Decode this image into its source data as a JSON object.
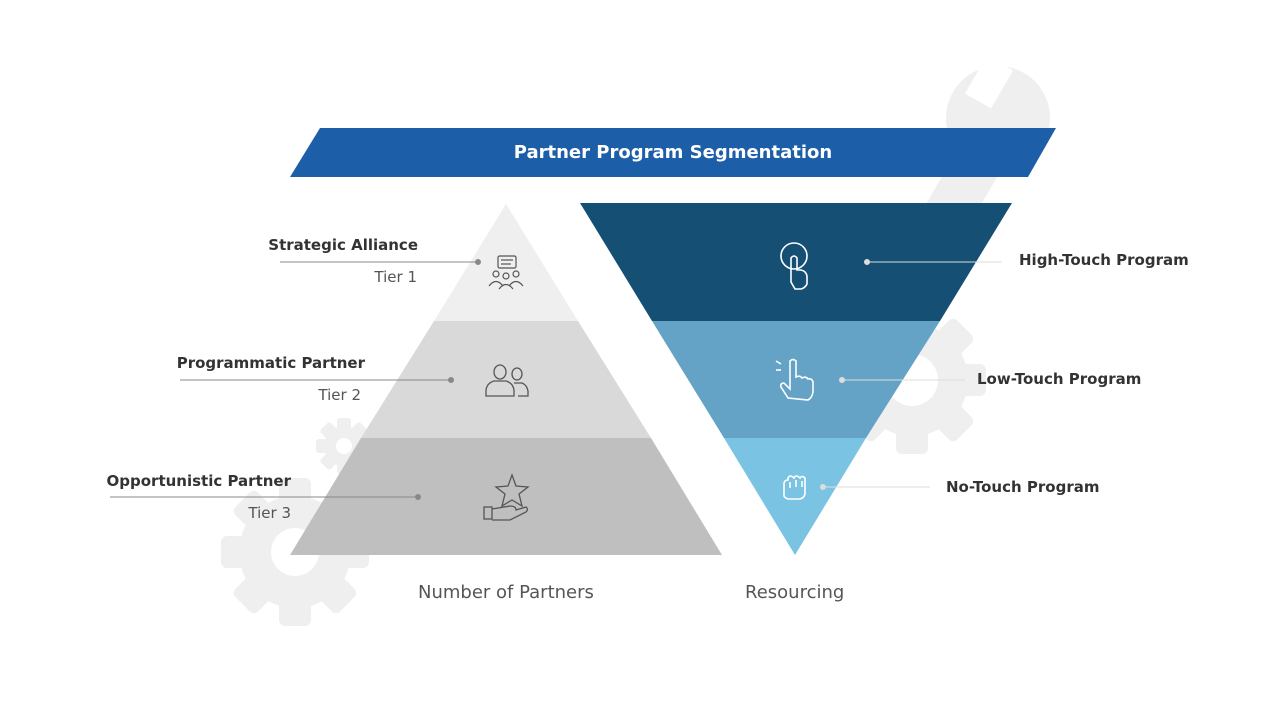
{
  "title": "Partner Program Segmentation",
  "pyramid": {
    "caption": "Number of Partners",
    "tiers": [
      {
        "name": "Strategic Alliance",
        "tier": "Tier 1",
        "icon": "team-chat-icon",
        "color": "#efefef"
      },
      {
        "name": "Programmatic Partner",
        "tier": "Tier 2",
        "icon": "two-people-icon",
        "color": "#d9d9d9"
      },
      {
        "name": "Opportunistic Partner",
        "tier": "Tier 3",
        "icon": "hand-star-icon",
        "color": "#bfbfbf"
      }
    ]
  },
  "funnel": {
    "caption": "Resourcing",
    "levels": [
      {
        "name": "High-Touch Program",
        "icon": "touch-finger-icon",
        "color": "#154f74"
      },
      {
        "name": "Low-Touch Program",
        "icon": "pointing-hand-icon",
        "color": "#64a3c6"
      },
      {
        "name": "No-Touch Program",
        "icon": "fist-icon",
        "color": "#7bc3e2"
      }
    ]
  },
  "colors": {
    "title_bar": "#1c5fa8",
    "gear_watermark": "#efefef",
    "leader_line": "#888888"
  }
}
